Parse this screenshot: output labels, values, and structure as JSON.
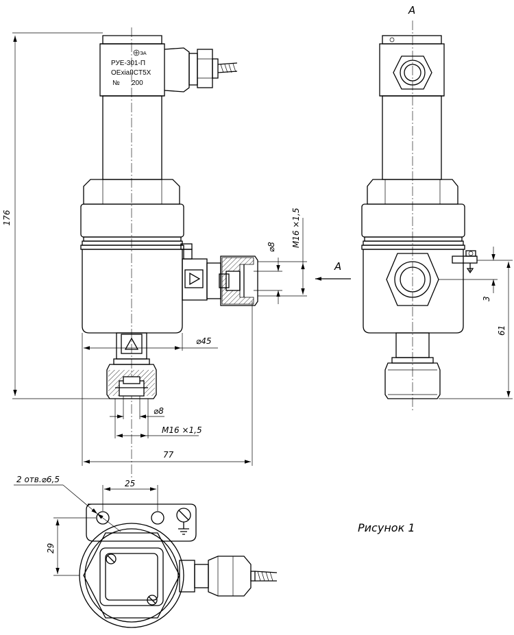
{
  "nameplate": {
    "model": "РУЕ-301-П",
    "marking": "OExiaIICT5X",
    "number_prefix": "№",
    "number": "200"
  },
  "view_labels": {
    "view_a_top": "A",
    "view_a_arrow": "A"
  },
  "dimensions": {
    "height_total": "176",
    "diameter_body": "⌀45",
    "bore_bottom": "⌀8",
    "thread_bottom": "M16 ×1,5",
    "width_total": "77",
    "bore_side": "⌀8",
    "thread_side": "M16 ×1,5",
    "offset_small": "3",
    "height_lower": "61",
    "holes_note": "2 отв.⌀6,5",
    "holes_spacing": "25",
    "bracket_height": "29"
  },
  "caption": "Рисунок 1"
}
